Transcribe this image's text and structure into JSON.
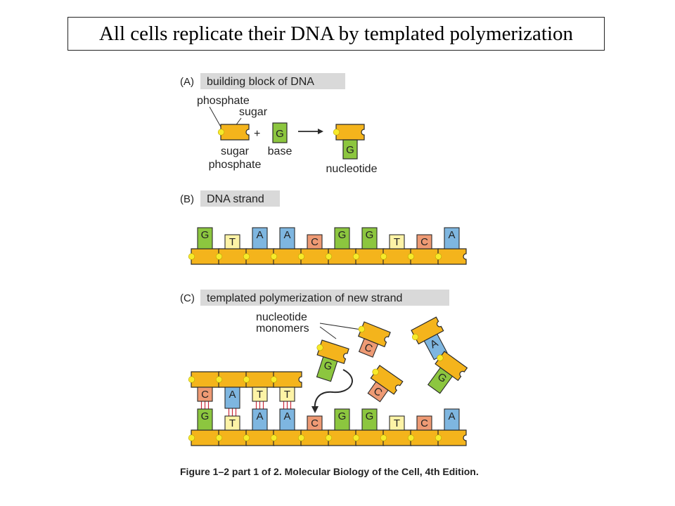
{
  "title": "All cells replicate their DNA by templated polymerization",
  "colors": {
    "sugar_phosphate": "#f4b41c",
    "outline": "#2a2a2a",
    "phosphate_dot": "#f7ea2a",
    "banner_bg": "#d9d9d9",
    "base_G": "#8cc63f",
    "base_A": "#7eb6e0",
    "base_T": "#fdf3a6",
    "base_C": "#ee9a74",
    "hbond": "#cc2b3b"
  },
  "panel_a": {
    "label": "(A)",
    "banner": "building block of DNA",
    "phosphate_label": "phosphate",
    "sugar_label": "sugar",
    "plus": "+",
    "base_letter": "G",
    "sugar_phosphate_line1": "sugar",
    "sugar_phosphate_line2": "phosphate",
    "base_label": "base",
    "nucleotide_label": "nucleotide"
  },
  "panel_b": {
    "label": "(B)",
    "banner": "DNA strand",
    "strand": [
      "G",
      "T",
      "A",
      "A",
      "C",
      "G",
      "G",
      "T",
      "C",
      "A"
    ]
  },
  "panel_c": {
    "label": "(C)",
    "banner": "templated polymerization of new strand",
    "monomers_line1": "nucleotide",
    "monomers_line2": "monomers",
    "template_strand": [
      "G",
      "T",
      "A",
      "A",
      "C",
      "G",
      "G",
      "T",
      "C",
      "A"
    ],
    "new_strand": [
      "C",
      "A",
      "T",
      "T"
    ],
    "free_monomers": [
      "G",
      "C",
      "A",
      "G",
      "C"
    ]
  },
  "caption": "Figure 1–2 part 1 of 2. Molecular Biology of the Cell, 4th Edition."
}
